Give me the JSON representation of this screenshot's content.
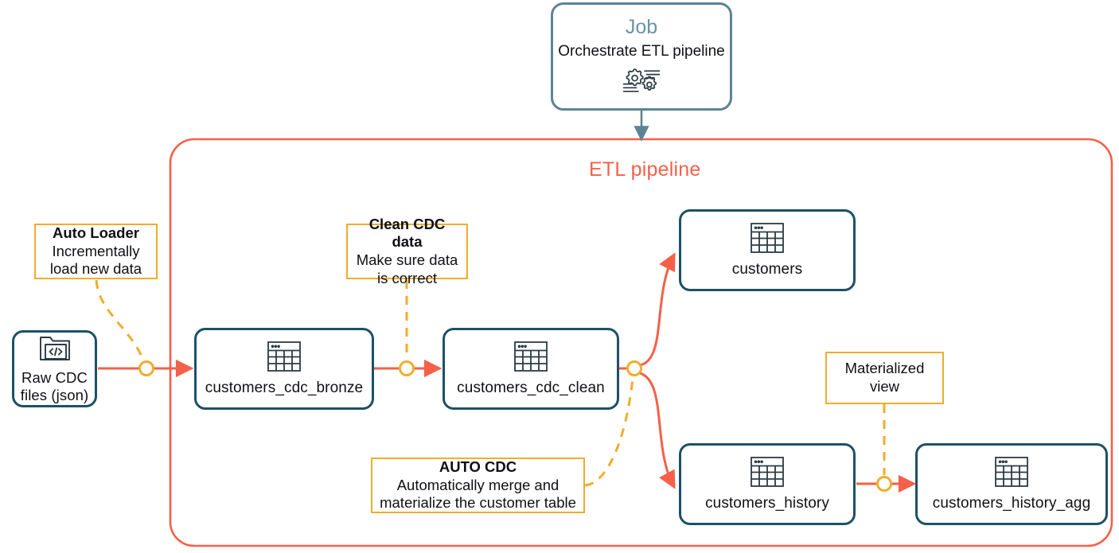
{
  "diagram": {
    "pipeline_title": "ETL pipeline",
    "colors": {
      "accent_red": "#f4604a",
      "node_border": "#1d5165",
      "job_border": "#5d8494",
      "job_title": "#6d93a3",
      "annotation_border": "#f0ad2b",
      "annotation_dash": "#f0ad2b",
      "connector_dot": "#f0ad2b",
      "background": "#ffffff",
      "text": "#101114"
    }
  },
  "job": {
    "title": "Job",
    "subtitle": "Orchestrate ETL pipeline",
    "icon": "gears-icon"
  },
  "nodes": [
    {
      "id": "raw-cdc-files",
      "label": "Raw CDC\nfiles (json)",
      "icon": "folder-code-icon"
    },
    {
      "id": "customers-cdc-bronze",
      "label": "customers_cdc_bronze",
      "icon": "table-icon"
    },
    {
      "id": "customers-cdc-clean",
      "label": "customers_cdc_clean",
      "icon": "table-icon"
    },
    {
      "id": "customers",
      "label": "customers",
      "icon": "table-icon"
    },
    {
      "id": "customers-history",
      "label": "customers_history",
      "icon": "table-icon"
    },
    {
      "id": "customers-history-agg",
      "label": "customers_history_agg",
      "icon": "table-icon"
    }
  ],
  "annotations": [
    {
      "id": "auto-loader",
      "title": "Auto Loader",
      "body": "Incrementally\nload new data"
    },
    {
      "id": "clean-cdc-data",
      "title": "Clean CDC data",
      "body": "Make sure data\nis correct"
    },
    {
      "id": "auto-cdc",
      "title": "AUTO CDC",
      "body": "Automatically merge and\nmaterialize the customer table"
    },
    {
      "id": "materialized-view",
      "title": "",
      "body": "Materialized view"
    }
  ]
}
